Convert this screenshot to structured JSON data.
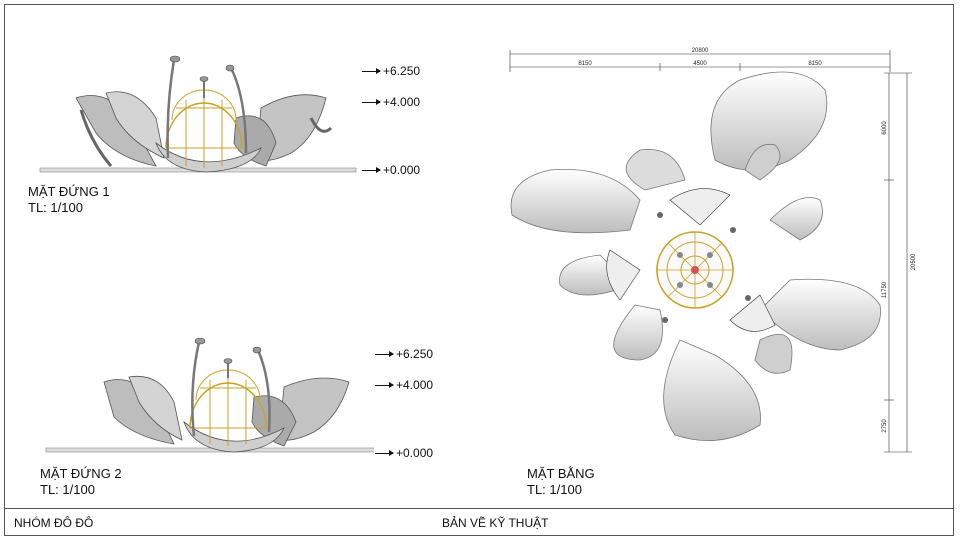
{
  "footer": {
    "group": "NHÓM ĐÔ ĐÔ",
    "title": "BẢN VẼ KỸ THUẬT"
  },
  "elevation1": {
    "title": "MẶT ĐỨNG 1",
    "scale": "TL: 1/100",
    "levels": [
      "+6.250",
      "+4.000",
      "+0.000"
    ]
  },
  "elevation2": {
    "title": "MẶT ĐỨNG 2",
    "scale": "TL: 1/100",
    "levels": [
      "+6.250",
      "+4.000",
      "+0.000"
    ]
  },
  "plan": {
    "title": "MẶT BẰNG",
    "scale": "TL: 1/100",
    "top_dims": {
      "total": "20800",
      "left": "8150",
      "mid": "4500",
      "right": "8150"
    },
    "side_dims": {
      "total": "20500",
      "top": "6000",
      "mid": "11750",
      "bottom": "2750"
    }
  },
  "colors": {
    "frame": "#555555",
    "structure": "#c9a227",
    "petal": "#8a8a8a"
  }
}
